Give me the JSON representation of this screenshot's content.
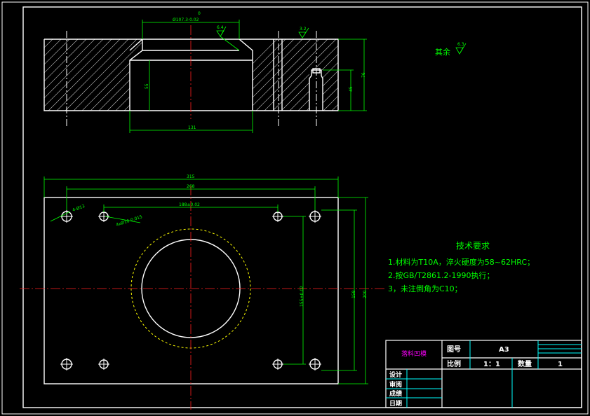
{
  "colors": {
    "background": "#000000",
    "outline": "#ffffff",
    "dimension": "#00ff00",
    "centerline": "#ff2020",
    "hidden_circle": "#ffff00",
    "title_block": "#00ffff"
  },
  "section_view": {
    "dim_top": "Ø107.3-0.02",
    "dim_top_small": "0",
    "roughness_a": "6.4",
    "roughness_b": "3.2",
    "dim_inner_height": "55",
    "dim_bottom_width": "131",
    "dim_height_small": "45",
    "dim_height_total": "76"
  },
  "surface_note": {
    "label": "其余",
    "roughness": "6.3"
  },
  "plan_view": {
    "dim_overall_width": "315",
    "dim_hole_span": "268",
    "dim_pin_span": "188±0.02",
    "dim_callout_holes": "4-Ø13",
    "dim_callout_pins": "4xØ10-0.015",
    "dim_pin_vertical": "155±0.02",
    "dim_hole_vertical": "158",
    "dim_overall_height": "200"
  },
  "tech_requirements": {
    "title": "技术要求",
    "items": [
      "1.材料为T10A，淬火硬度为58~62HRC；",
      "2.按GB/T2861.2-1990执行；",
      "3，未注倒角为C10；"
    ]
  },
  "title_block": {
    "part_name": "落料凹模",
    "drawing_no_label": "图号",
    "drawing_no": "A3",
    "scale_label": "比例",
    "scale": "1：1",
    "qty_label": "数量",
    "qty": "1",
    "rows": [
      "设计",
      "审阅",
      "成绩",
      "日期"
    ]
  }
}
